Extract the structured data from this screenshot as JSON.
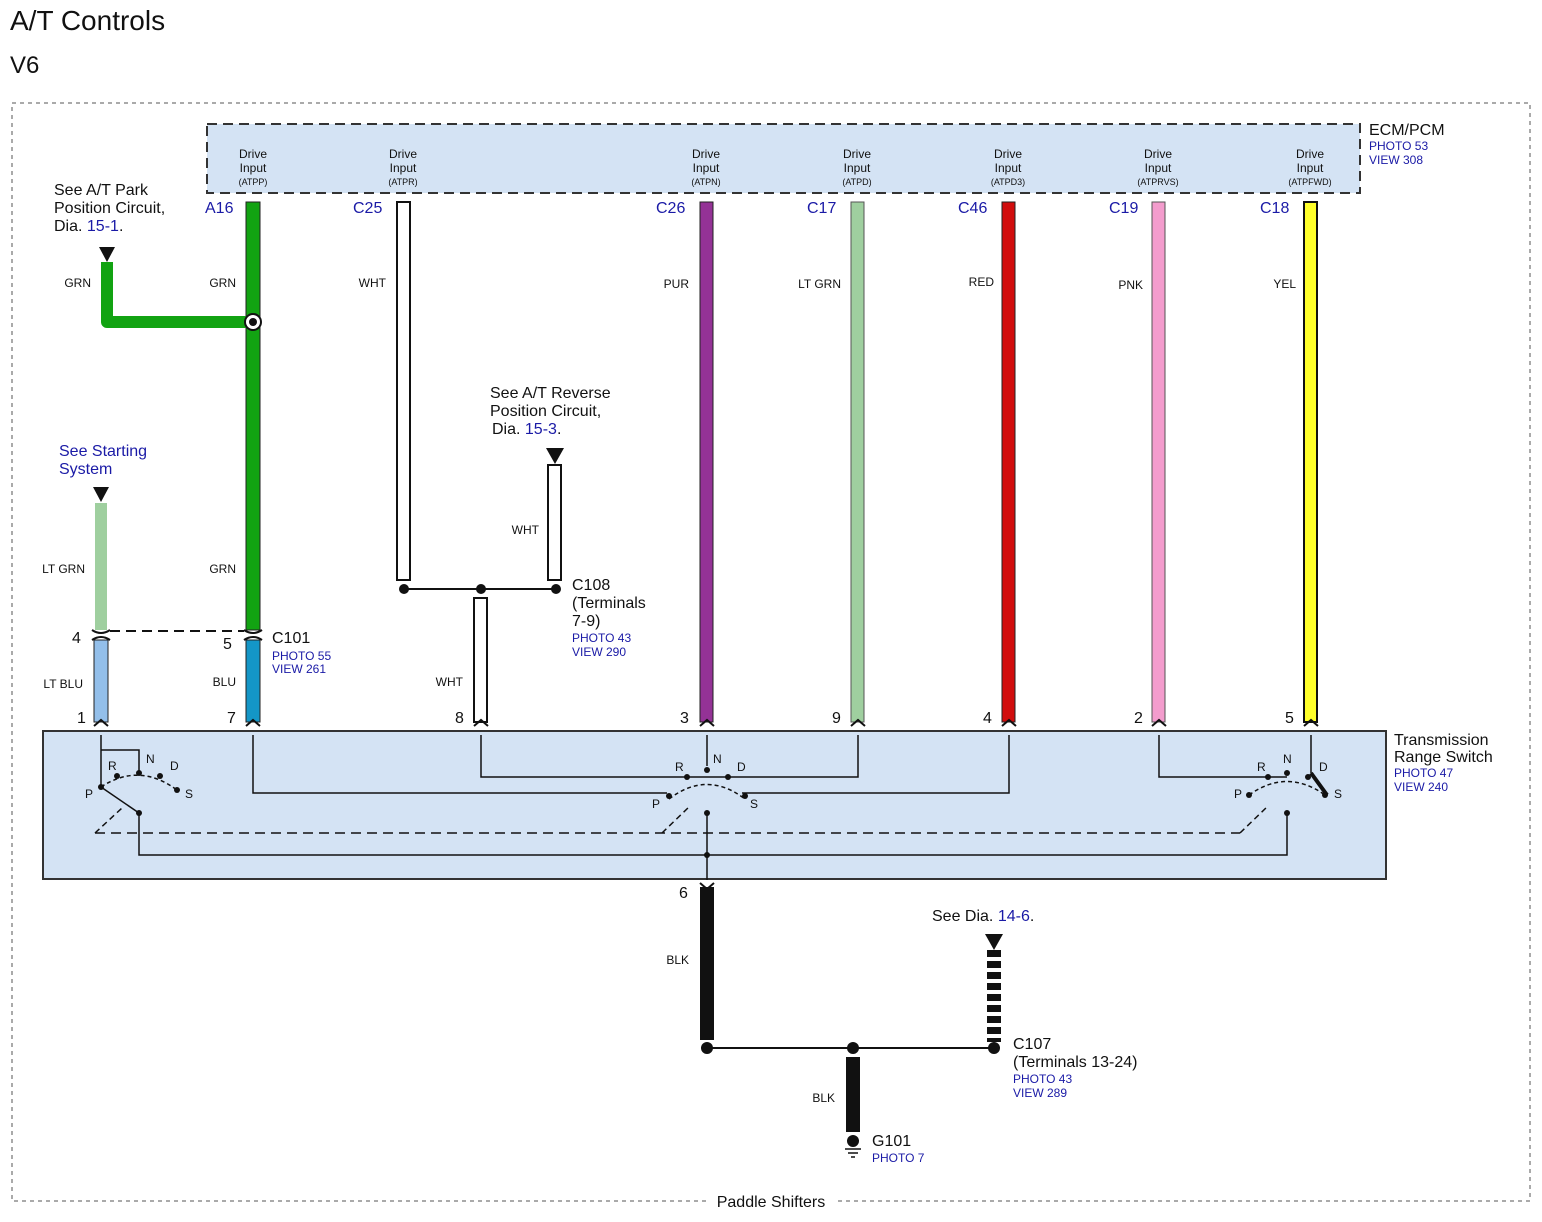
{
  "title": "A/T Controls",
  "subtitle": "V6",
  "footer": "Paddle Shifters",
  "colors": {
    "box_fill": "#d4e3f4",
    "grn": "#12a312",
    "wht": "#ffffff",
    "pur": "#943296",
    "lt_grn": "#9fcf9f",
    "red": "#d10d0d",
    "pnk": "#f39ccd",
    "yel": "#ffff2a",
    "lt_blu": "#93bfea",
    "blu": "#1496c7",
    "blk": "#111111",
    "link_blue": "#1a1aa6"
  },
  "ecm": {
    "name": "ECM/PCM",
    "photo": "PHOTO 53",
    "view": "VIEW 308",
    "pins": [
      {
        "label1": "Drive",
        "label2": "Input",
        "code": "(ATPP)",
        "pin": "A16"
      },
      {
        "label1": "Drive",
        "label2": "Input",
        "code": "(ATPR)",
        "pin": "C25"
      },
      {
        "label1": "Drive",
        "label2": "Input",
        "code": "(ATPN)",
        "pin": "C26"
      },
      {
        "label1": "Drive",
        "label2": "Input",
        "code": "(ATPD)",
        "pin": "C17"
      },
      {
        "label1": "Drive",
        "label2": "Input",
        "code": "(ATPD3)",
        "pin": "C46"
      },
      {
        "label1": "Drive",
        "label2": "Input",
        "code": "(ATPRVS)",
        "pin": "C19"
      },
      {
        "label1": "Drive",
        "label2": "Input",
        "code": "(ATPFWD)",
        "pin": "C18"
      }
    ]
  },
  "wires": {
    "atpp_upper": "GRN",
    "atpp_branch": "GRN",
    "atpp_lower": "GRN",
    "atpr": "WHT",
    "atpn": "PUR",
    "atpd": "LT GRN",
    "atpd3": "RED",
    "atprvs": "PNK",
    "atpfwd": "YEL",
    "starting": "LT GRN",
    "ltblu": "LT BLU",
    "blu": "BLU",
    "reverse": "WHT",
    "c108_down": "WHT",
    "ground": "BLK",
    "g101": "BLK"
  },
  "refs": {
    "park": {
      "line1": "See A/T Park",
      "line2": "Position Circuit,",
      "line3": "Dia.",
      "link": "15-1",
      "dot": "."
    },
    "starting": {
      "line1": "See Starting",
      "line2": "System"
    },
    "reverse": {
      "line1": "See A/T Reverse",
      "line2": "Position Circuit,",
      "line3": "Dia.",
      "link": "15-3",
      "dot": "."
    },
    "dia146": {
      "line1": "See",
      "line2": "Dia.",
      "link": "14-6",
      "dot": "."
    }
  },
  "connectors": {
    "c101": {
      "name": "C101",
      "photo": "PHOTO 55",
      "view": "VIEW 261",
      "pin_a": "4",
      "pin_b": "5"
    },
    "c108": {
      "name": "C108",
      "line2": "(Terminals",
      "line3": "7-9)",
      "photo": "PHOTO 43",
      "view": "VIEW 290"
    },
    "c107": {
      "name": "C107",
      "line2": "(Terminals 13-24)",
      "photo": "PHOTO 43",
      "view": "VIEW 289"
    },
    "g101": {
      "name": "G101",
      "photo": "PHOTO 7"
    }
  },
  "trs": {
    "name1": "Transmission",
    "name2": "Range Switch",
    "photo": "PHOTO 47",
    "view": "VIEW 240",
    "pins": [
      "1",
      "7",
      "8",
      "3",
      "9",
      "4",
      "2",
      "5"
    ],
    "ground_pin": "6",
    "positions": {
      "p": "P",
      "r": "R",
      "n": "N",
      "d": "D",
      "s": "S"
    }
  }
}
